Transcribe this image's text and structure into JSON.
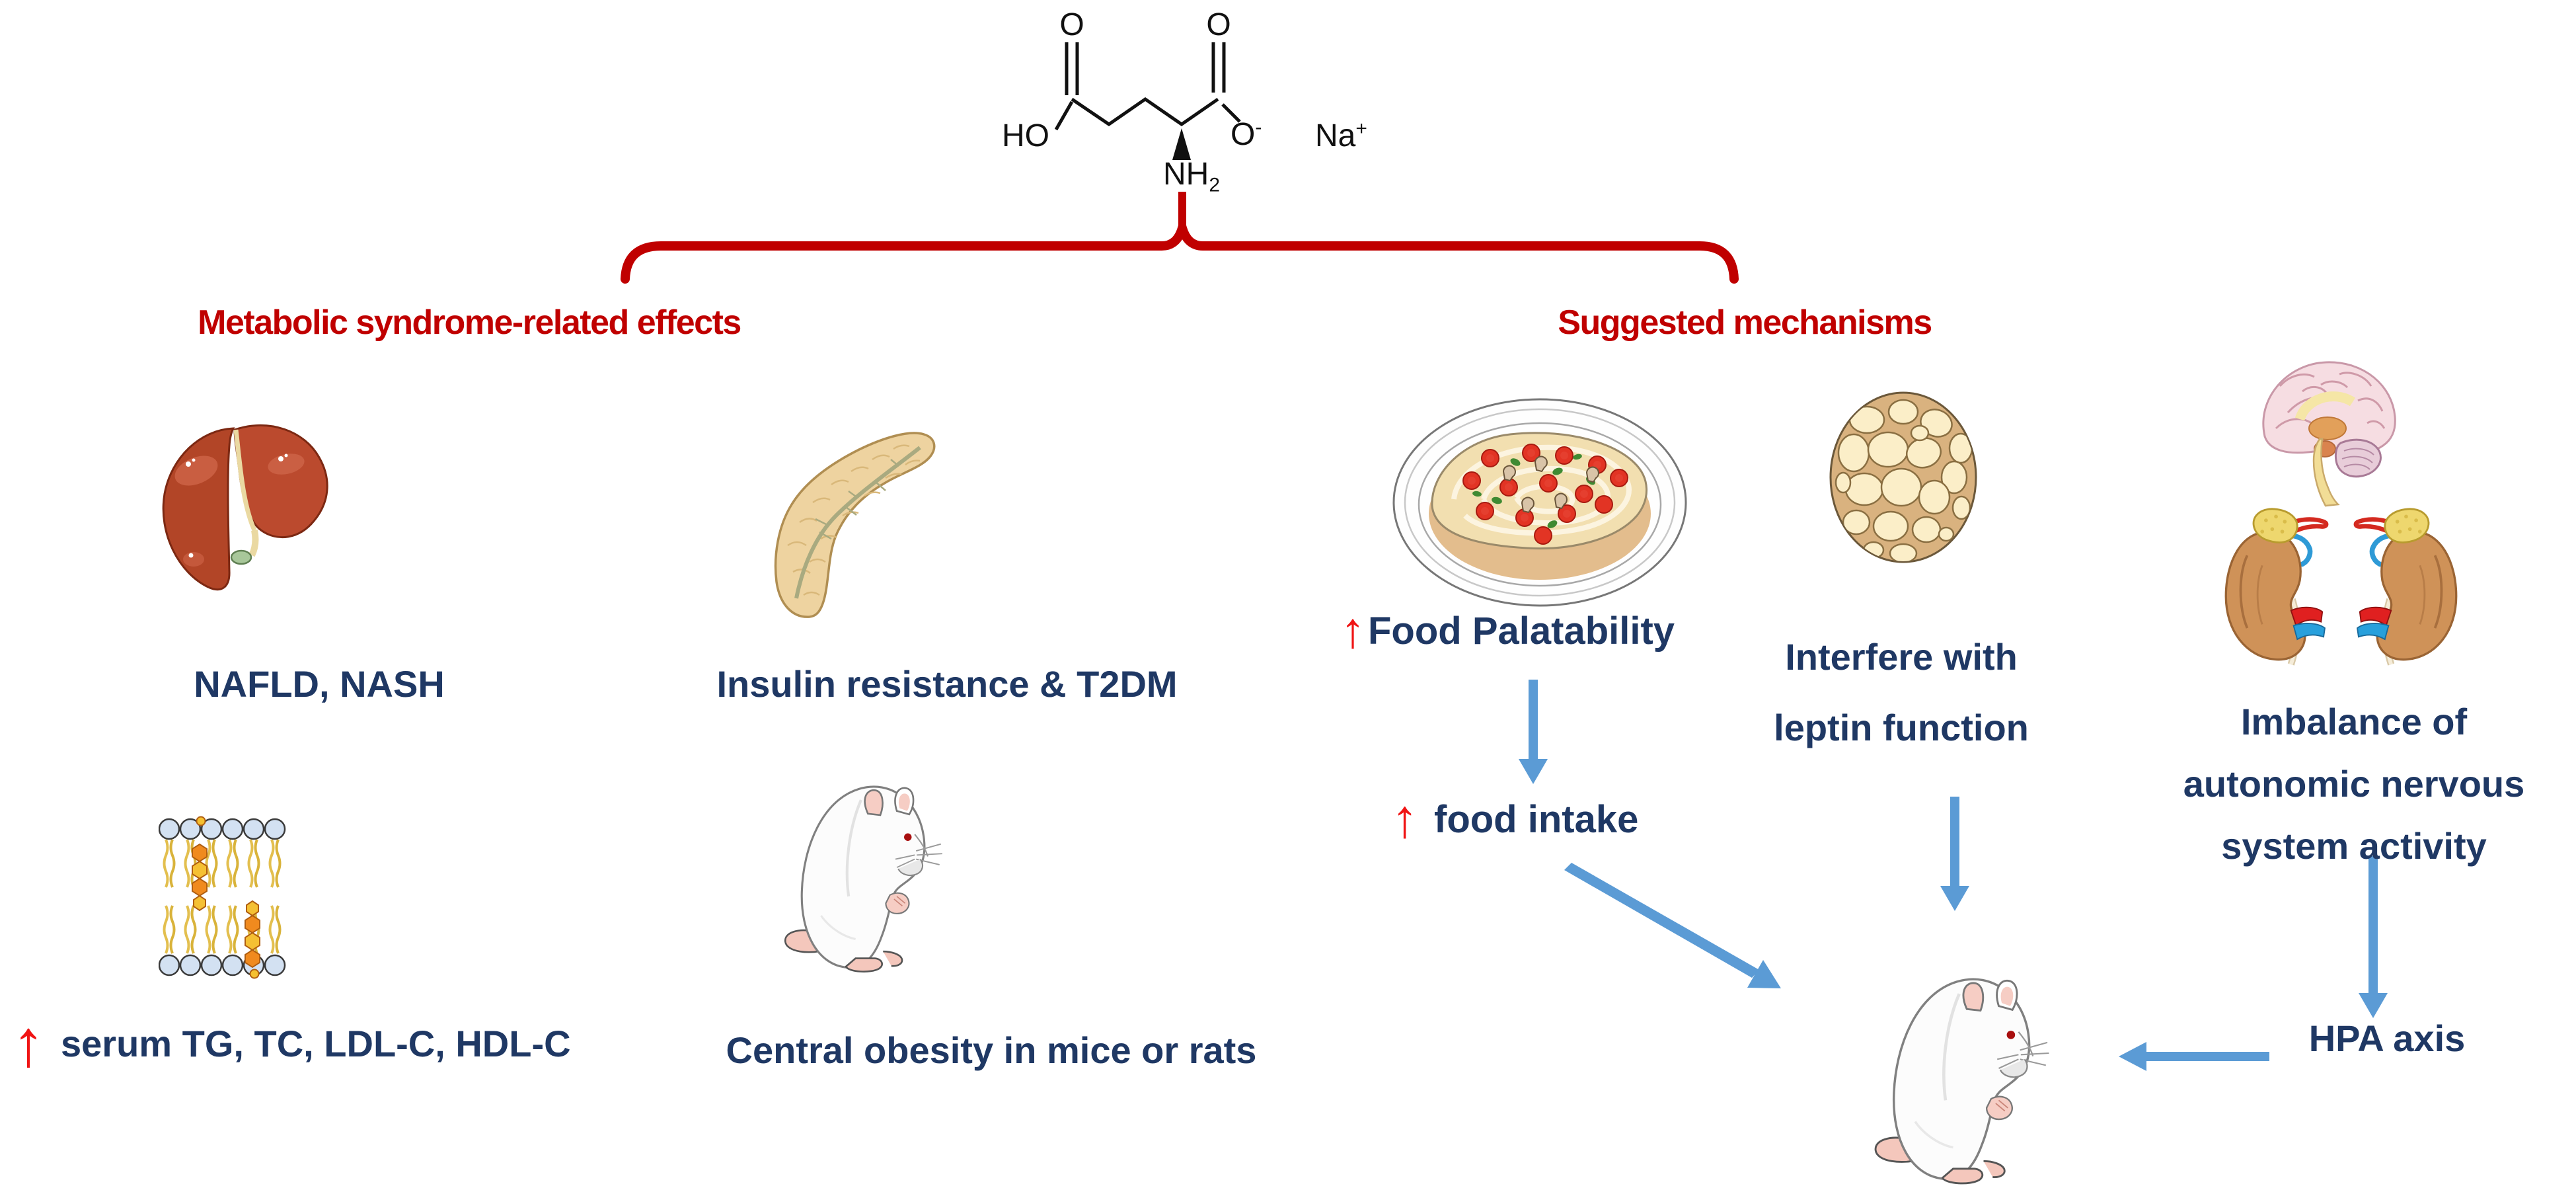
{
  "molecule": {
    "name": "monosodium glutamate structure",
    "ho": "HO",
    "o_left": "O",
    "o_right": "O",
    "o_ion": "O",
    "o_ion_charge": "-",
    "na": "Na",
    "na_charge": "+",
    "amine": "NH",
    "amine_sub": "2"
  },
  "headings": {
    "left": "Metabolic syndrome-related effects",
    "right": "Suggested mechanisms"
  },
  "effects": {
    "liver": {
      "label": "NAFLD, NASH"
    },
    "pancreas": {
      "label": "Insulin resistance & T2DM"
    },
    "lipids": {
      "arrow": "↑",
      "label": "serum TG, TC, LDL-C, HDL-C"
    },
    "obesity": {
      "label": "Central obesity in mice or rats"
    }
  },
  "mechanisms": {
    "palatability": {
      "arrow": "↑",
      "label": "Food Palatability"
    },
    "intake": {
      "arrow": "↑",
      "label": "food intake"
    },
    "leptin": {
      "line1": "Interfere with",
      "line2": "leptin function"
    },
    "ans": {
      "line1": "Imbalance of",
      "line2": "autonomic nervous",
      "line3": "system activity"
    },
    "hpa": {
      "label": "HPA axis"
    }
  },
  "icons": {
    "liver": "liver-icon",
    "pancreas": "pancreas-icon",
    "lipid_bilayer": "lipid-bilayer-icon",
    "mouse_center": "mouse-icon",
    "pizza": "pizza-icon",
    "adipose": "adipose-tissue-icon",
    "brain": "brain-icon",
    "kidneys": "kidneys-adrenal-icon",
    "mouse_target": "mouse-icon"
  },
  "colors": {
    "heading_red": "#C00000",
    "bracket_red": "#C00000",
    "label_navy": "#1F3864",
    "arrow_blue": "#5B9BD5",
    "arrow_red": "#F01414",
    "background": "#FFFFFF"
  }
}
